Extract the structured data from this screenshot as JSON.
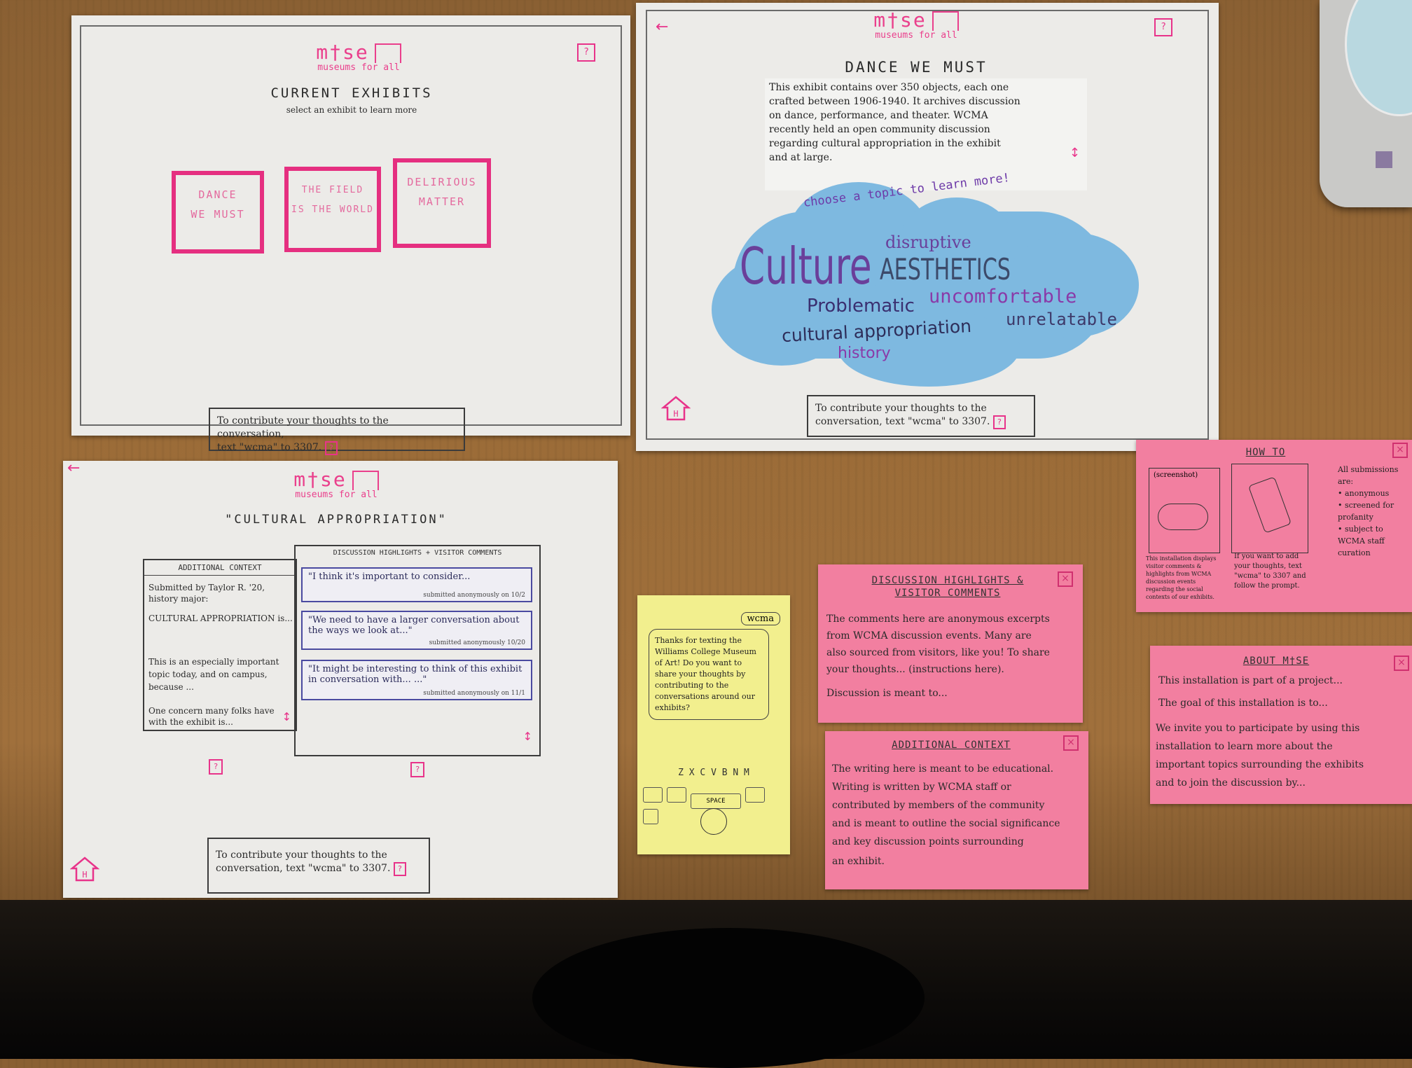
{
  "logo": {
    "name": "m†se",
    "tagline": "museums for all"
  },
  "sheet1": {
    "title": "CURRENT EXHIBITS",
    "subtitle": "select an exhibit to learn more",
    "exhibits": [
      {
        "line1": "DANCE",
        "line2": "WE MUST"
      },
      {
        "line1": "THE FIELD",
        "line2": "IS THE WORLD"
      },
      {
        "line1": "DELIRIOUS",
        "line2": "MATTER"
      }
    ],
    "contribute_line1": "To contribute your thoughts to the conversation,",
    "contribute_line2": "text \"wcma\" to 3307.",
    "help": "?"
  },
  "sheet2": {
    "title": "DANCE WE MUST",
    "description_lines": [
      "This exhibit contains over 350 objects, each one",
      "crafted between 1906-1940. It archives discussion",
      "on dance, performance, and theater. WCMA",
      "recently held an open community discussion",
      "regarding cultural appropriation in the exhibit",
      "and at large."
    ],
    "prompt": "choose a topic to learn more!",
    "topics": {
      "culture": "Culture",
      "disruptive": "disruptive",
      "aesthetics": "AESTHETICS",
      "problematic": "Problematic",
      "uncomfortable": "uncomfortable",
      "cultural_appropriation": "cultural appropriation",
      "unrelatable": "unrelatable",
      "history": "history"
    },
    "contribute_line1": "To contribute your thoughts to the",
    "contribute_line2": "conversation, text \"wcma\" to 3307.",
    "back": "←",
    "home": "H",
    "help": "?"
  },
  "sheet3": {
    "title": "\"CULTURAL APPROPRIATION\"",
    "context_header": "ADDITIONAL CONTEXT",
    "context_lines": [
      "Submitted by Taylor R. '20,",
      "history major:",
      "CULTURAL APPROPRIATION is...",
      "This is an especially important",
      "topic today, and on campus,",
      "because ...",
      "One concern many folks have",
      "with the exhibit is..."
    ],
    "highlights_header": "DISCUSSION HIGHLIGHTS + VISITOR COMMENTS",
    "comments": [
      {
        "text": "\"I think it's important to consider...",
        "sub": "submitted anonymously on 10/2"
      },
      {
        "text": "\"We need to have a larger conversation about the ways we look at...\"",
        "sub": "submitted anonymously 10/20"
      },
      {
        "text": "\"It might be interesting to think of this exhibit in conversation with... ...\"",
        "sub": "submitted anonymously on 11/1"
      }
    ],
    "contribute_line1": "To contribute your thoughts to the",
    "contribute_line2": "conversation, text \"wcma\" to 3307.",
    "home": "H",
    "help": "?"
  },
  "phone": {
    "sender": "wcma",
    "message": "Thanks for texting the Williams College Museum of Art! Do you want to share your thoughts by contributing to the conversations around our exhibits?",
    "keys": "Z X C V B N M",
    "space": "SPACE"
  },
  "note_highlights": {
    "title": "DISCUSSION HIGHLIGHTS & VISITOR COMMENTS",
    "lines": [
      "The comments here are anonymous excerpts",
      "from WCMA discussion events. Many are",
      "also sourced from visitors, like you! To share",
      "your thoughts... (instructions here).",
      "Discussion is meant to..."
    ]
  },
  "note_context": {
    "title": "ADDITIONAL CONTEXT",
    "lines": [
      "The writing here is meant to be educational.",
      "Writing is written by WCMA staff or",
      "contributed by members of the community",
      "and is meant to outline the social significance",
      "and key discussion points surrounding",
      "an exhibit."
    ]
  },
  "note_howto": {
    "title": "HOW TO",
    "screenshot_label": "(screenshot)",
    "left_caption": "This installation displays visitor comments & highlights from WCMA discussion events regarding the social contexts of our exhibits.",
    "mid_caption": "If you want to add your thoughts, text \"wcma\" to 3307 and follow the prompt.",
    "side_lines": [
      "All submissions",
      "are:",
      "• anonymous",
      "• screened for",
      "profanity",
      "• subject to",
      "WCMA staff",
      "curation"
    ]
  },
  "note_about": {
    "title": "ABOUT M†SE",
    "lines": [
      "This installation is part of a project...",
      "The goal of this installation is to...",
      "We invite you to participate by using this",
      "installation to learn more about the",
      "important topics surrounding the exhibits",
      "and to join the discussion by..."
    ]
  },
  "colors": {
    "accent": "#e8338a",
    "sticky_pink": "#f27fa0",
    "sticky_yellow": "#f2ef8e",
    "cloud": "#7eb9e0",
    "wood": "#9b6c38"
  }
}
